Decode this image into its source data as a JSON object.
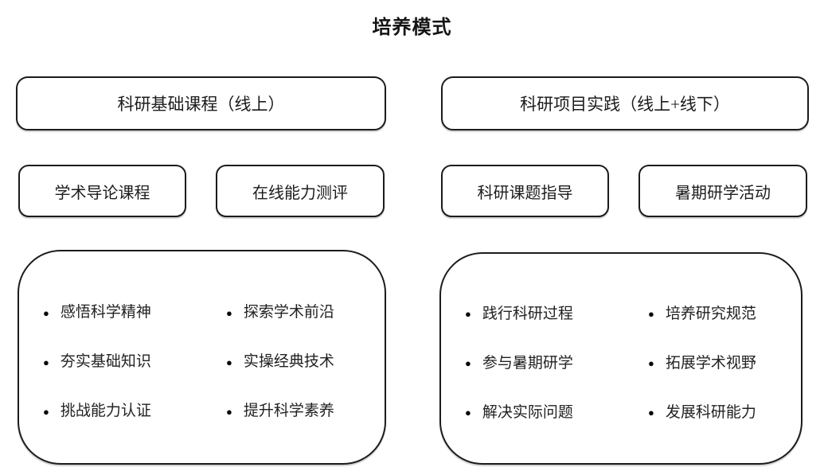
{
  "title": "培养模式",
  "bullet_glyph": "●",
  "columns": {
    "left": {
      "header": "科研基础课程（线上）",
      "sub_boxes": [
        "学术导论课程",
        "在线能力测评"
      ],
      "bullet_rows": [
        [
          "感悟科学精神",
          "探索学术前沿"
        ],
        [
          "夯实基础知识",
          "实操经典技术"
        ],
        [
          "挑战能力认证",
          "提升科学素养"
        ]
      ]
    },
    "right": {
      "header": "科研项目实践（线上+线下）",
      "sub_boxes": [
        "科研课题指导",
        "暑期研学活动"
      ],
      "bullet_rows": [
        [
          "践行科研过程",
          "培养研究规范"
        ],
        [
          "参与暑期研学",
          "拓展学术视野"
        ],
        [
          "解决实际问题",
          "发展科研能力"
        ]
      ]
    }
  },
  "colors": {
    "border": "#1c1c1c",
    "text": "#1c1c1c",
    "background": "#ffffff"
  }
}
